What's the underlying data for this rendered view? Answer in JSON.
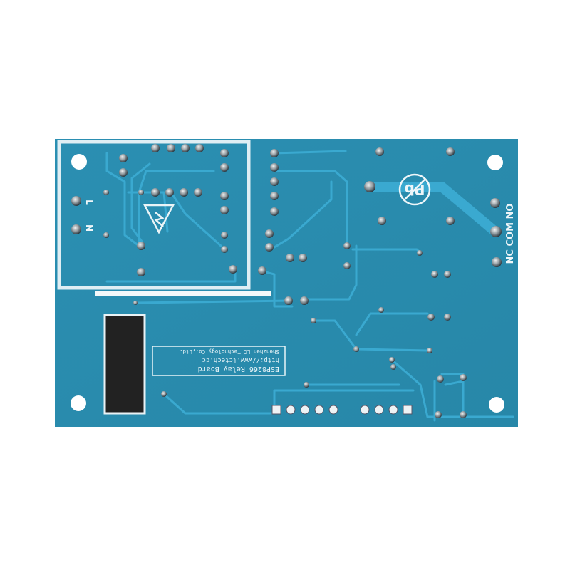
{
  "board": {
    "title_lines": [
      "ESP8266 Relay Board",
      "http://www.lctech.cc",
      "Shenzhen LC Technology Co.,Ltd."
    ],
    "relay_labels": "NC COM NO",
    "power_label_l": "L",
    "power_label_n": "N",
    "lead_free_mark": "Pb",
    "colors": {
      "solder_mask": "#2a8db0",
      "trace": "#3aa6cc",
      "silkscreen": "#e8f4f8",
      "background": "#ffffff"
    }
  }
}
